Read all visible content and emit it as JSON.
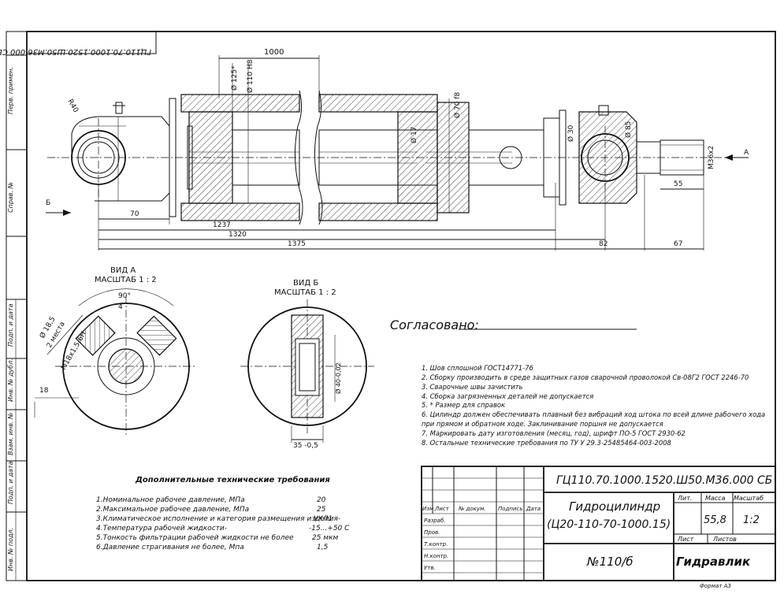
{
  "title_block": {
    "designation": "ГЦ110.70.1000.1520.Ш50.М36.000 СБ",
    "name_line1": "Гидроцилиндр",
    "name_line2": "(Ц20-110-70-1000.15)",
    "lit_label": "Лит.",
    "mass_label": "Масса",
    "scale_label": "Масштаб",
    "mass": "55,8",
    "scale": "1:2",
    "sheet_label": "Лист",
    "sheets_label": "Листов",
    "doc_number": "№110/б",
    "company": "Гидравлик",
    "format": "Формат  А3",
    "col_headers": [
      "Изм.",
      "Лист",
      "№ докум.",
      "Подпись",
      "Дата"
    ],
    "roles": [
      "Разраб.",
      "Пров.",
      "Т.контр.",
      "Н.контр.",
      "Утв."
    ]
  },
  "stamp_mirrored": "ГЦ110.70.1000.1520.Ш50.М36.000 СБ",
  "left_margin_labels": [
    "Перв. примен.",
    "Справ. №",
    "Подп. и дата",
    "Инв. № дубл.",
    "Взам. инв. №",
    "Подп. и дата",
    "Инв. № подл."
  ],
  "agreed_label": "Согласовано:",
  "view_a": {
    "title": "ВИД А",
    "scale": "МАСШТАБ 1 : 2"
  },
  "view_b": {
    "title": "ВИД Б",
    "scale": "МАСШТАБ 1 : 2"
  },
  "dimensions": {
    "stroke": "1000",
    "d125": "Ø 125*",
    "d110": "Ø 110 H8",
    "d70": "Ø 70 f8",
    "d17": "Ø 17",
    "d30": "Ø 30",
    "d85": "Ø 85",
    "r40": "R40",
    "m36": "М36х2",
    "len55": "55",
    "len70": "70",
    "len1237": "1237",
    "len1320": "1320",
    "len1375": "1375",
    "len82": "82",
    "len67": "67",
    "arrow_a": "А",
    "arrow_b": "Б",
    "angle90": "90°",
    "dim4": "4",
    "d185": "Ø 18,5",
    "holes": "2 места",
    "thread": "М18х1,5-6Н",
    "dim18": "18",
    "d40": "Ø 40-0,02",
    "dim35": "35 -0,5"
  },
  "tech_notes": [
    "1.     Шов сплошной  ГОСТ14771-76",
    "2.     Сборку производить в среде защитных газов сварочной проволокой Св-08Г2 ГОСТ 2246-70",
    "3.     Сварочные швы зачистить",
    "4.     Сборка загрязненных деталей не допускается",
    "5.     * Размер для справок",
    "6.     Цилиндр должен обеспечивать плавный без вибраций ход штока по всей  длине  рабочего хода",
    "при прямом и обратном ходе. Заклинивание поршня не допускается",
    "7.     Маркировать дату изготовления (месяц, год), шрифт ПО-5 ГОСТ 2930-62",
    "8.     Остальные технические требования по ТУ У 29.3-25485464-003-2008"
  ],
  "extra_requirements": {
    "title": "Дополнительные технические требования",
    "rows": [
      {
        "label": "1.Номинальное рабочее давление, МПа",
        "value": "20"
      },
      {
        "label": "2.Максимальное рабочее давление, МПа",
        "value": "25"
      },
      {
        "label": "3.Климатическое исполнение и категория размещения изделия-",
        "value": "УХЛ1"
      },
      {
        "label": "4.Температура рабочей жидкости-",
        "value": "-15...+50 С"
      },
      {
        "label": "5.Тонкость фильтрации рабочей жидкости не более",
        "value": "25 мкм"
      },
      {
        "label": "6.Давление страгивания не более, Мпа",
        "value": "1,5"
      }
    ]
  }
}
